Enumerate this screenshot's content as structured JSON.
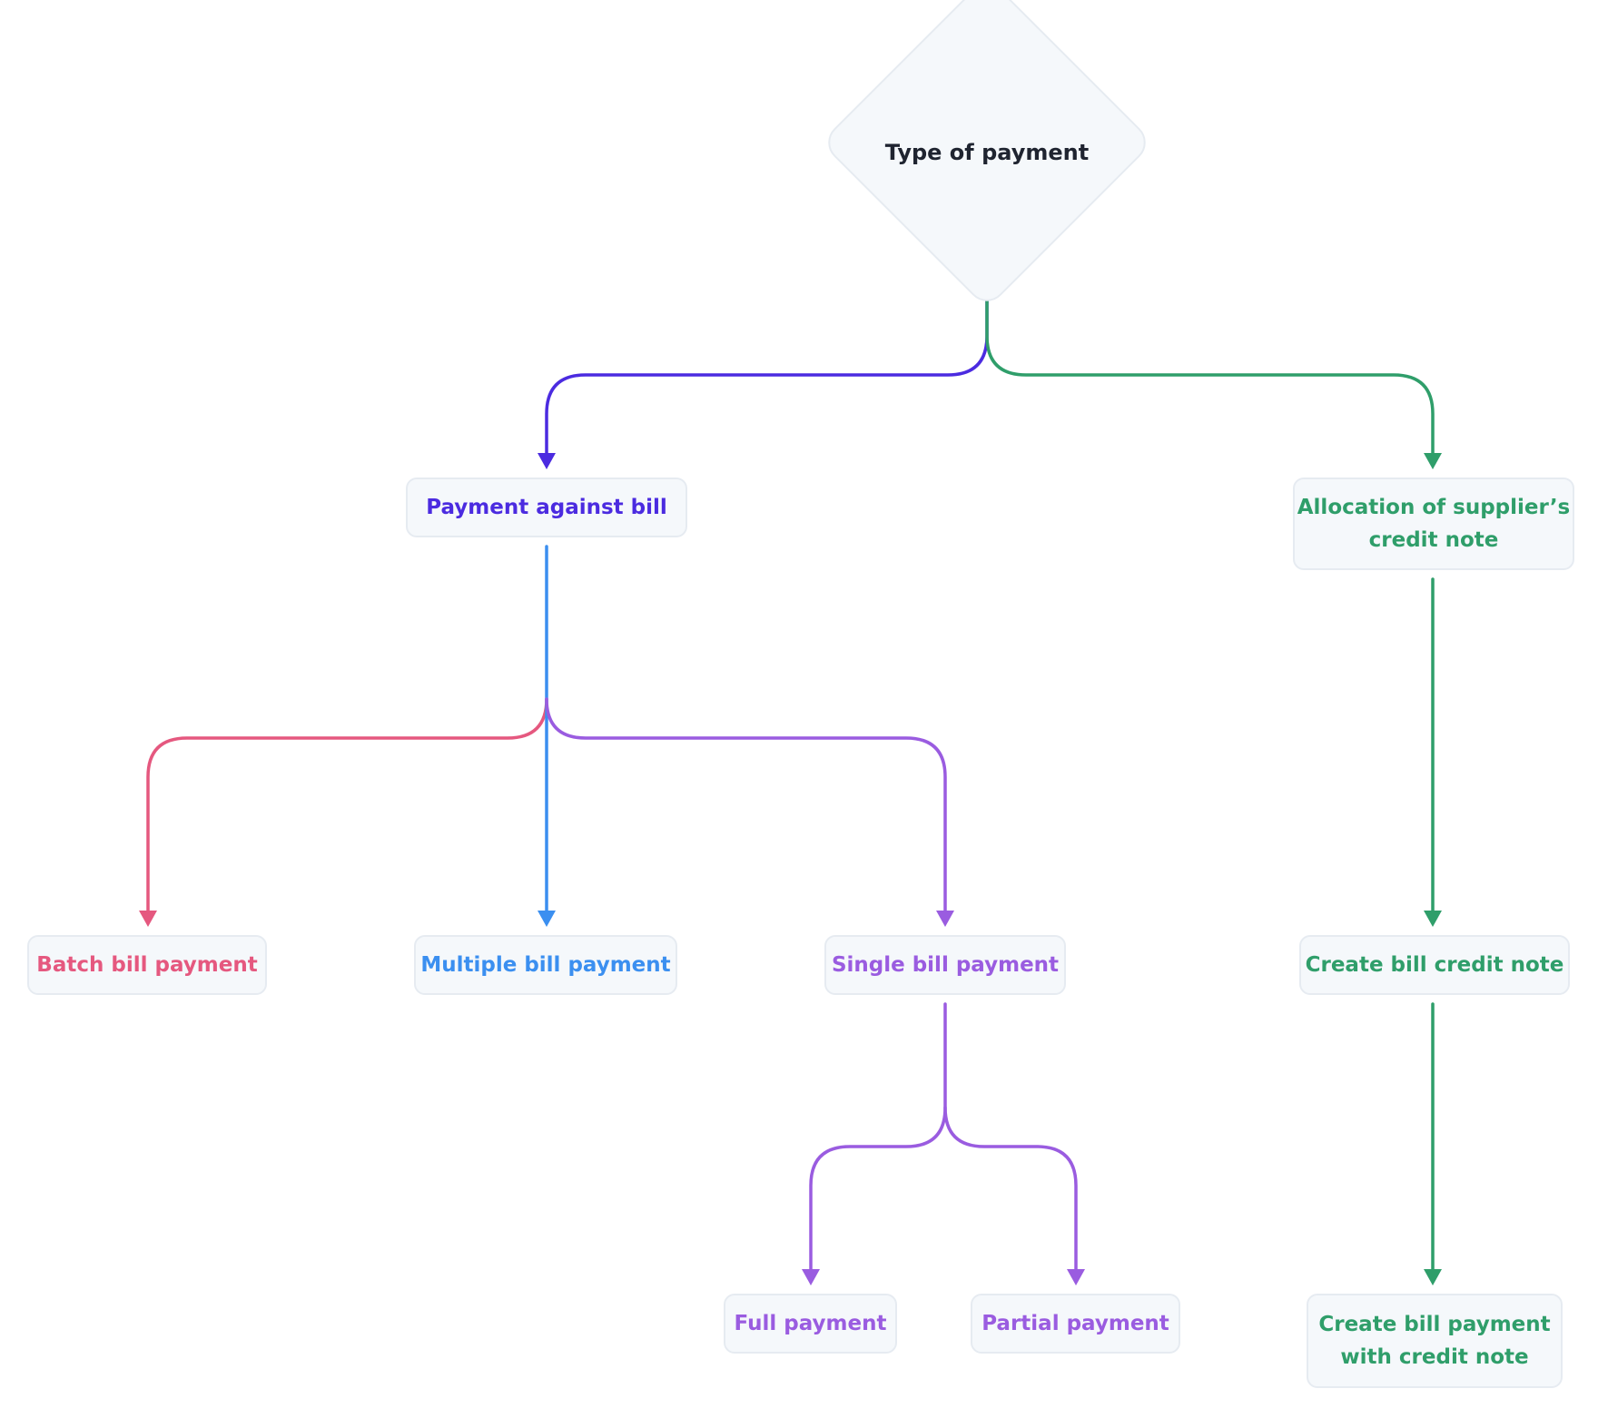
{
  "diagram": {
    "decision": {
      "label": "Type of payment"
    },
    "nodes": {
      "payment_against_bill": "Payment against bill",
      "allocation_credit_note": "Allocation of supplier’s\ncredit note",
      "batch_bill_payment": "Batch bill payment",
      "multiple_bill_payment": "Multiple bill payment",
      "single_bill_payment": "Single bill payment",
      "create_bill_credit_note": "Create bill credit note",
      "full_payment": "Full payment",
      "partial_payment": "Partial payment",
      "create_bill_payment_credit_note": "Create bill payment\nwith credit note"
    },
    "colors": {
      "payment_against_bill": "#4b2be0",
      "allocation": "#2f9e6a",
      "batch": "#e5587f",
      "multiple": "#3b8ff0",
      "single": "#9a5ce0",
      "node_bg": "#f5f8fb",
      "node_border": "#e6ebf1",
      "decision_text": "#1f2430"
    },
    "edges": [
      {
        "from": "Type of payment",
        "to": "Payment against bill",
        "color": "payment_against_bill"
      },
      {
        "from": "Type of payment",
        "to": "Allocation of supplier’s credit note",
        "color": "allocation"
      },
      {
        "from": "Payment against bill",
        "to": "Batch bill payment",
        "color": "batch"
      },
      {
        "from": "Payment against bill",
        "to": "Multiple bill payment",
        "color": "multiple"
      },
      {
        "from": "Payment against bill",
        "to": "Single bill payment",
        "color": "single"
      },
      {
        "from": "Single bill payment",
        "to": "Full payment",
        "color": "single"
      },
      {
        "from": "Single bill payment",
        "to": "Partial payment",
        "color": "single"
      },
      {
        "from": "Allocation of supplier’s credit note",
        "to": "Create bill credit note",
        "color": "allocation"
      },
      {
        "from": "Create bill credit note",
        "to": "Create bill payment with credit note",
        "color": "allocation"
      }
    ]
  }
}
